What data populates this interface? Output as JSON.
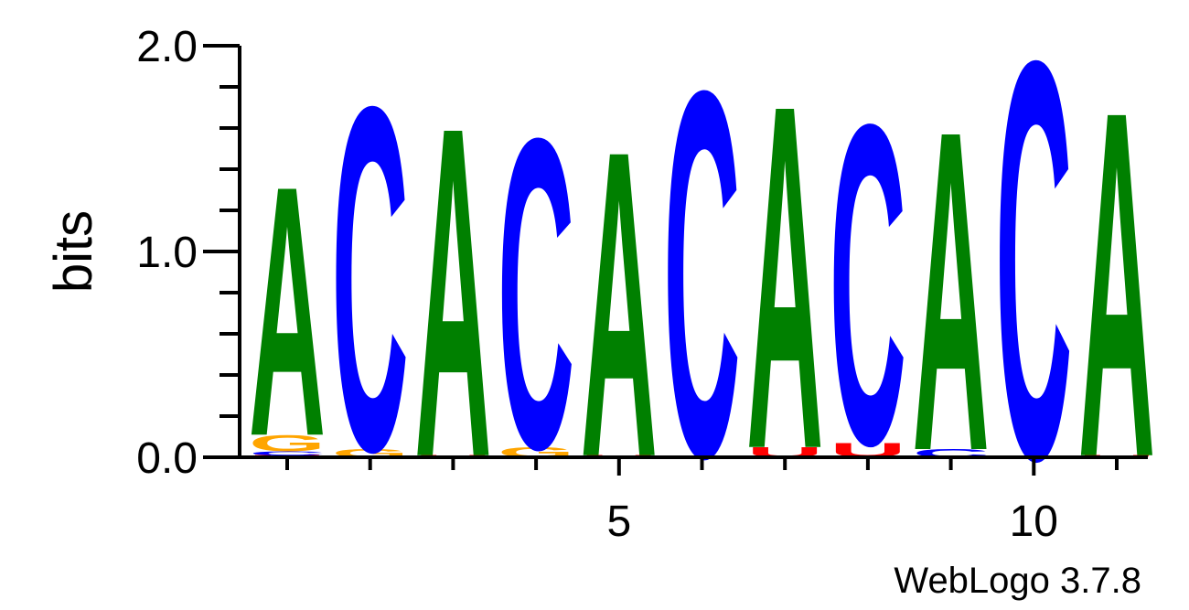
{
  "chart_data": {
    "type": "sequence-logo",
    "ylabel": "bits",
    "ylim": [
      0,
      2
    ],
    "y_ticks": [
      "0.0",
      "1.0",
      "2.0"
    ],
    "x_ticks": [
      {
        "value": 5,
        "label": "5"
      },
      {
        "value": 10,
        "label": "10"
      }
    ],
    "positions": [
      1,
      2,
      3,
      4,
      5,
      6,
      7,
      8,
      9,
      10,
      11
    ],
    "colors": {
      "A": "#008000",
      "C": "#0000ff",
      "G": "#ffa500",
      "U": "#ff0000"
    },
    "stacks": [
      {
        "position": 1,
        "letters": [
          {
            "l": "U",
            "h": 0.01
          },
          {
            "l": "C",
            "h": 0.02
          },
          {
            "l": "G",
            "h": 0.08
          },
          {
            "l": "A",
            "h": 1.25
          }
        ]
      },
      {
        "position": 2,
        "letters": [
          {
            "l": "G",
            "h": 0.04
          },
          {
            "l": "C",
            "h": 1.72
          }
        ]
      },
      {
        "position": 3,
        "letters": [
          {
            "l": "U",
            "h": 0.01
          },
          {
            "l": "A",
            "h": 1.65
          }
        ]
      },
      {
        "position": 4,
        "letters": [
          {
            "l": "G",
            "h": 0.05
          },
          {
            "l": "C",
            "h": 1.55
          }
        ]
      },
      {
        "position": 5,
        "letters": [
          {
            "l": "U",
            "h": 0.01
          },
          {
            "l": "A",
            "h": 1.53
          }
        ]
      },
      {
        "position": 6,
        "letters": [
          {
            "l": "G",
            "h": 0.01
          },
          {
            "l": "C",
            "h": 1.83
          }
        ]
      },
      {
        "position": 7,
        "letters": [
          {
            "l": "U",
            "h": 0.05
          },
          {
            "l": "A",
            "h": 1.72
          }
        ]
      },
      {
        "position": 8,
        "letters": [
          {
            "l": "U",
            "h": 0.07
          },
          {
            "l": "C",
            "h": 1.6
          }
        ]
      },
      {
        "position": 9,
        "letters": [
          {
            "l": "C",
            "h": 0.04
          },
          {
            "l": "A",
            "h": 1.6
          }
        ]
      },
      {
        "position": 10,
        "letters": [
          {
            "l": "C",
            "h": 1.99
          }
        ]
      },
      {
        "position": 11,
        "letters": [
          {
            "l": "U",
            "h": 0.01
          },
          {
            "l": "A",
            "h": 1.73
          }
        ]
      }
    ]
  },
  "credit": "WebLogo 3.7.8"
}
